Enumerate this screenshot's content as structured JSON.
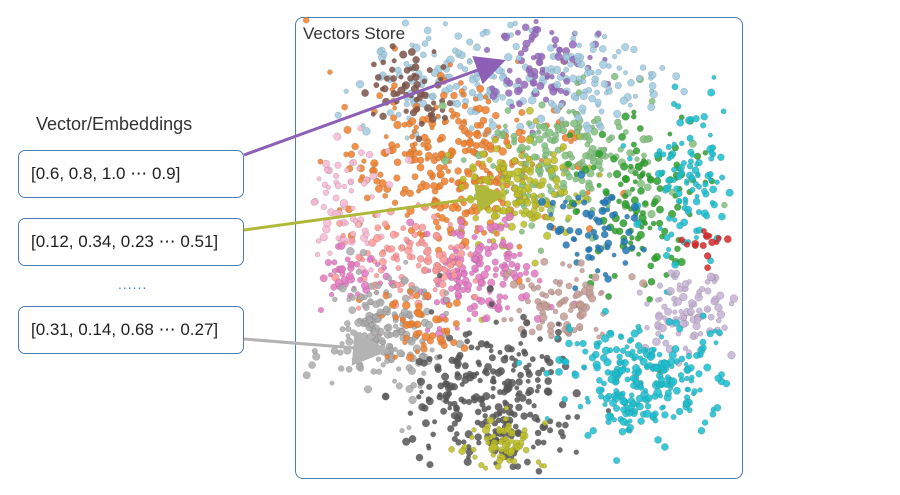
{
  "title": "Vector/Embeddings",
  "vectors": [
    {
      "text": "[0.6, 0.8, 1.0 ⋯ 0.9]",
      "color": "#8e5fb6"
    },
    {
      "text": "[0.12, 0.34, 0.23 ⋯ 0.51]",
      "color": "#b0b83a"
    },
    {
      "text": "[0.31, 0.14, 0.68 ⋯ 0.27]",
      "color": "#b3b3b3"
    }
  ],
  "ellipsis": "......",
  "store_label": "Vectors Store",
  "clusters": [
    {
      "color": "#f07f2a",
      "name": "orange"
    },
    {
      "color": "#9ecae1",
      "name": "light-blue"
    },
    {
      "color": "#7fbf7b",
      "name": "green"
    },
    {
      "color": "#2ca02c",
      "name": "dark-green"
    },
    {
      "color": "#bcbd22",
      "name": "olive"
    },
    {
      "color": "#9467bd",
      "name": "purple"
    },
    {
      "color": "#e377c2",
      "name": "pink"
    },
    {
      "color": "#17becf",
      "name": "cyan"
    },
    {
      "color": "#7b5146",
      "name": "brown"
    },
    {
      "color": "#ff9896",
      "name": "salmon"
    },
    {
      "color": "#555555",
      "name": "dark-gray"
    },
    {
      "color": "#aaaaaa",
      "name": "gray"
    },
    {
      "color": "#1f77b4",
      "name": "blue"
    },
    {
      "color": "#d62728",
      "name": "red"
    },
    {
      "color": "#c49c94",
      "name": "tan"
    },
    {
      "color": "#c5b0d5",
      "name": "lavender"
    },
    {
      "color": "#f7b6d2",
      "name": "light-pink"
    }
  ]
}
